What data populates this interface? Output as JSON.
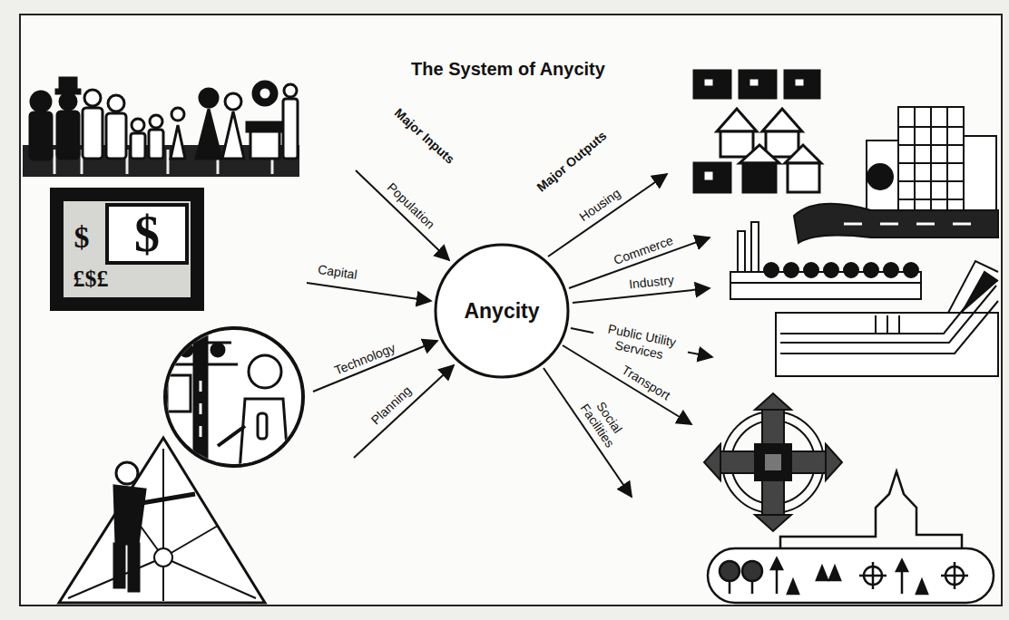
{
  "diagram": {
    "title": "The System of Anycity",
    "nodes": [
      {
        "text": [
          "Anycity"
        ]
      }
    ],
    "labels": [
      "Major Inputs",
      "Population",
      "Capital",
      "Technology",
      "Planning",
      "Major Outputs",
      "Housing",
      "Commerce",
      "Industry",
      "Public Utility Services",
      "Transport",
      "Social Facilities",
      "$",
      "$",
      "£$£"
    ]
  }
}
